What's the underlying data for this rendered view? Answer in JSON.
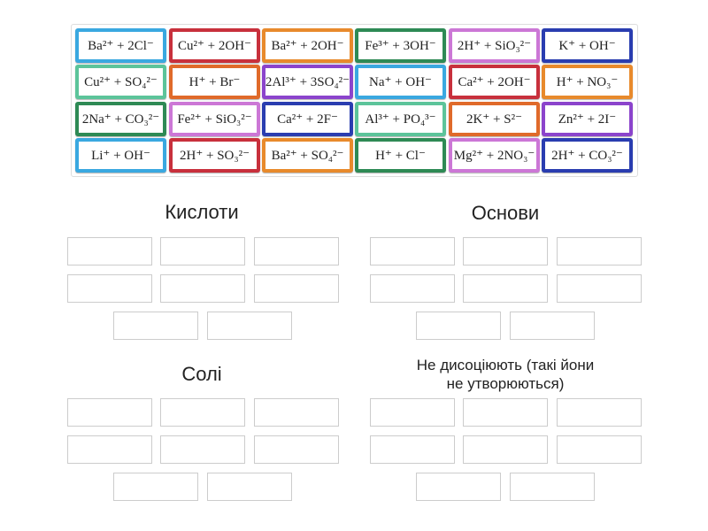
{
  "tiles": [
    {
      "text": "Ba²⁺ + 2Cl⁻",
      "color": "#3aa8e0"
    },
    {
      "text": "Cu²⁺ + 2OH⁻",
      "color": "#c8303c"
    },
    {
      "text": "Ba²⁺ + 2OH⁻",
      "color": "#e88a2c"
    },
    {
      "text": "Fe³⁺ + 3OH⁻",
      "color": "#2e8a55"
    },
    {
      "text": "2H⁺ + SiO₃²⁻",
      "color": "#cc77d6"
    },
    {
      "text": "K⁺ + OH⁻",
      "color": "#2a3db0"
    },
    {
      "text": "Cu²⁺ + SO₄²⁻",
      "color": "#5cc49a"
    },
    {
      "text": "H⁺ + Br⁻",
      "color": "#e06a2a"
    },
    {
      "text": "2Al³⁺ + 3SO₄²⁻",
      "color": "#8b44cc"
    },
    {
      "text": "Na⁺ + OH⁻",
      "color": "#3aa8e0"
    },
    {
      "text": "Ca²⁺ + 2OH⁻",
      "color": "#c8303c"
    },
    {
      "text": "H⁺ + NO₃⁻",
      "color": "#e88a2c"
    },
    {
      "text": "2Na⁺ + CO₃²⁻",
      "color": "#2e8a55"
    },
    {
      "text": "Fe²⁺ + SiO₃²⁻",
      "color": "#cc77d6"
    },
    {
      "text": "Ca²⁺ + 2F⁻",
      "color": "#2a3db0"
    },
    {
      "text": "Al³⁺ + PO₄³⁻",
      "color": "#5cc49a"
    },
    {
      "text": "2K⁺ + S²⁻",
      "color": "#e06a2a"
    },
    {
      "text": "Zn²⁺ + 2I⁻",
      "color": "#8b44cc"
    },
    {
      "text": "Li⁺ + OH⁻",
      "color": "#3aa8e0"
    },
    {
      "text": "2H⁺ + SO₃²⁻",
      "color": "#c8303c"
    },
    {
      "text": "Ba²⁺ + SO₄²⁻",
      "color": "#e88a2c"
    },
    {
      "text": "H⁺ + Cl⁻",
      "color": "#2e8a55"
    },
    {
      "text": "Mg²⁺ + 2NO₃⁻",
      "color": "#cc77d6"
    },
    {
      "text": "2H⁺ + CO₃²⁻",
      "color": "#2a3db0"
    }
  ],
  "groups": [
    {
      "title": "Кислоти"
    },
    {
      "title": "Основи"
    },
    {
      "title": "Солі"
    },
    {
      "title": "Не дисоціюють (такі йони не утворюються)"
    }
  ]
}
